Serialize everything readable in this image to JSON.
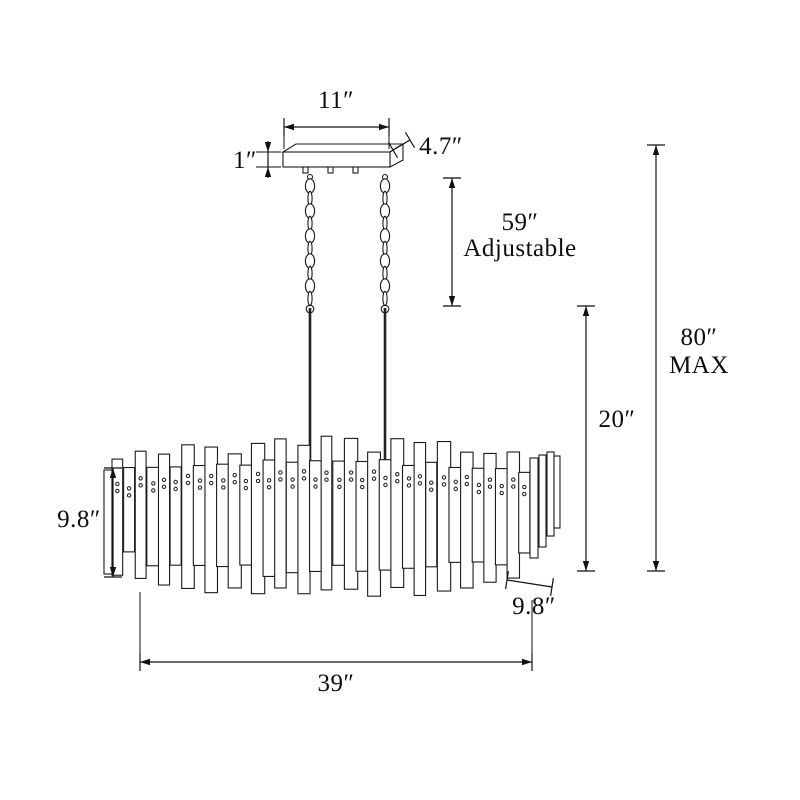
{
  "diagram": {
    "title": "Chandelier dimension diagram",
    "labels": {
      "canopy_width": "11″",
      "canopy_depth": "4.7″",
      "canopy_height": "1″",
      "chain_length": "59″",
      "chain_note": "Adjustable",
      "drop_to_body": "20″",
      "max_height": "80″",
      "max_note": "MAX",
      "body_height": "9.8″",
      "body_depth": "9.8″",
      "body_width": "39″"
    }
  }
}
